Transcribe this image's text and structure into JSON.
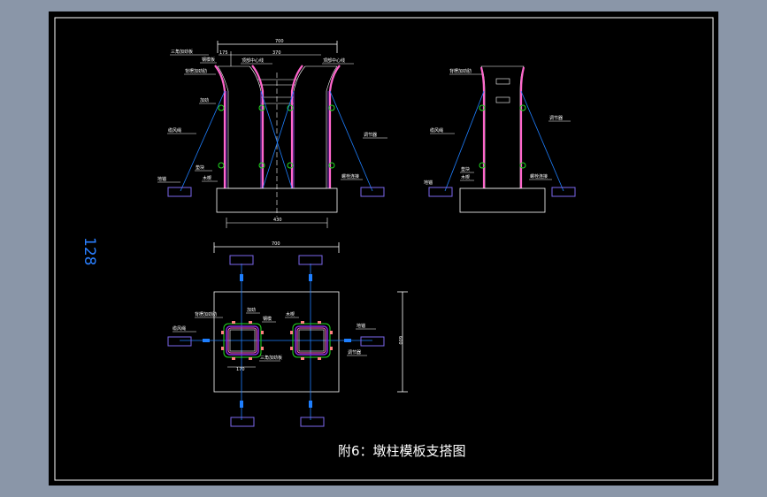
{
  "drawing": {
    "title": "附6：墩柱模板支搭图",
    "side_number": "128",
    "colors": {
      "background": "#8a96a8",
      "sheet": "#000000",
      "formwork": "#ff66cc",
      "inner_form": "#8a2be2",
      "cable": "#1e7fff",
      "anchor": "#7b68ee",
      "stiffener": "#22dd22",
      "pad": "#ff8080"
    },
    "elevation_front": {
      "dims": {
        "top_total": "700",
        "top_left": "175",
        "top_mid": "370",
        "base": "430"
      },
      "labels": [
        "三角加劲板",
        "钢模板",
        "背楞加劲肋",
        "加劲",
        "缆风绳",
        "地锚",
        "垫块",
        "木楔",
        "顶部中心线",
        "顶部中心线",
        "调节器",
        "螺栓连接"
      ]
    },
    "elevation_side": {
      "labels": [
        "背楞加劲肋",
        "缆风绳",
        "地锚",
        "垫块",
        "木楔",
        "调节器",
        "螺栓连接"
      ]
    },
    "plan": {
      "dims": {
        "top": "700",
        "column": "170",
        "side": "600"
      },
      "labels": [
        "背楞加劲肋",
        "加劲",
        "钢模",
        "木楔",
        "缆风绳",
        "三角加劲板",
        "地锚",
        "调节器"
      ]
    }
  }
}
